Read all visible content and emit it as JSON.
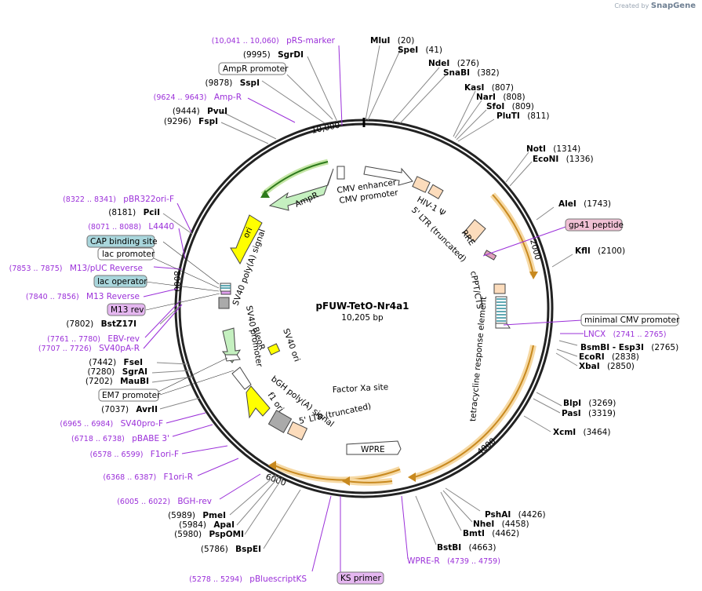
{
  "branding": {
    "created_by": "Created by",
    "product": "SnapGene"
  },
  "map": {
    "name": "pFUW-TetO-Nr4a1",
    "length_label": "10,205 bp",
    "total_bp": 10205,
    "backbone_color": "#222222",
    "orf_color": "#e8a23a",
    "tick_labels": [
      "2000",
      "4000",
      "6000",
      "8000",
      "10,000"
    ]
  },
  "sites": [
    {
      "name": "MluI",
      "pos": "(20)",
      "side": "R"
    },
    {
      "name": "SpeI",
      "pos": "(41)",
      "side": "R"
    },
    {
      "name": "NdeI",
      "pos": "(276)",
      "side": "R"
    },
    {
      "name": "SnaBI",
      "pos": "(382)",
      "side": "R"
    },
    {
      "name": "KasI",
      "pos": "(807)",
      "side": "R"
    },
    {
      "name": "NarI",
      "pos": "(808)",
      "side": "R"
    },
    {
      "name": "SfoI",
      "pos": "(809)",
      "side": "R"
    },
    {
      "name": "PluTI",
      "pos": "(811)",
      "side": "R"
    },
    {
      "name": "NotI",
      "pos": "(1314)",
      "side": "R"
    },
    {
      "name": "EcoNI",
      "pos": "(1336)",
      "side": "R"
    },
    {
      "name": "AleI",
      "pos": "(1743)",
      "side": "R"
    },
    {
      "name": "KflI",
      "pos": "(2100)",
      "side": "R"
    },
    {
      "name": "BsmBI - Esp3I",
      "pos": "(2765)",
      "side": "R"
    },
    {
      "name": "EcoRI",
      "pos": "(2838)",
      "side": "R"
    },
    {
      "name": "XbaI",
      "pos": "(2850)",
      "side": "R"
    },
    {
      "name": "BlpI",
      "pos": "(3269)",
      "side": "R"
    },
    {
      "name": "PasI",
      "pos": "(3319)",
      "side": "R"
    },
    {
      "name": "XcmI",
      "pos": "(3464)",
      "side": "R"
    },
    {
      "name": "PshAI",
      "pos": "(4426)",
      "side": "R"
    },
    {
      "name": "NheI",
      "pos": "(4458)",
      "side": "R"
    },
    {
      "name": "BmtI",
      "pos": "(4462)",
      "side": "R"
    },
    {
      "name": "BstBI",
      "pos": "(4663)",
      "side": "R"
    },
    {
      "name": "SgrDI",
      "pos": "(9995)",
      "side": "L"
    },
    {
      "name": "SspI",
      "pos": "(9878)",
      "side": "L"
    },
    {
      "name": "PvuI",
      "pos": "(9444)",
      "side": "L"
    },
    {
      "name": "FspI",
      "pos": "(9296)",
      "side": "L"
    },
    {
      "name": "PciI",
      "pos": "(8181)",
      "side": "L"
    },
    {
      "name": "BstZ17I",
      "pos": "(7802)",
      "side": "L"
    },
    {
      "name": "FseI",
      "pos": "(7442)",
      "side": "L"
    },
    {
      "name": "SgrAI",
      "pos": "(7280)",
      "side": "L"
    },
    {
      "name": "MauBI",
      "pos": "(7202)",
      "side": "L"
    },
    {
      "name": "AvrII",
      "pos": "(7037)",
      "side": "L"
    },
    {
      "name": "PmeI",
      "pos": "(5989)",
      "side": "L"
    },
    {
      "name": "ApaI",
      "pos": "(5984)",
      "side": "L"
    },
    {
      "name": "PspOMI",
      "pos": "(5980)",
      "side": "L"
    },
    {
      "name": "BspEI",
      "pos": "(5786)",
      "side": "L"
    }
  ],
  "features": [
    {
      "name": "pRS-marker",
      "pos": "(10,041 .. 10,060)"
    },
    {
      "name": "Amp-R",
      "pos": "(9624 .. 9643)"
    },
    {
      "name": "pBR322ori-F",
      "pos": "(8322 .. 8341)"
    },
    {
      "name": "L4440",
      "pos": "(8071 .. 8088)"
    },
    {
      "name": "M13/pUC Reverse",
      "pos": "(7853 .. 7875)"
    },
    {
      "name": "M13 Reverse",
      "pos": "(7840 .. 7856)"
    },
    {
      "name": "EBV-rev",
      "pos": "(7761 .. 7780)"
    },
    {
      "name": "SV40pA-R",
      "pos": "(7707 .. 7726)"
    },
    {
      "name": "SV40pro-F",
      "pos": "(6965 .. 6984)"
    },
    {
      "name": "pBABE 3'",
      "pos": "(6718 .. 6738)"
    },
    {
      "name": "F1ori-F",
      "pos": "(6578 .. 6599)"
    },
    {
      "name": "F1ori-R",
      "pos": "(6368 .. 6387)"
    },
    {
      "name": "BGH-rev",
      "pos": "(6005 .. 6022)"
    },
    {
      "name": "pBluescriptKS",
      "pos": "(5278 .. 5294)"
    },
    {
      "name": "WPRE-R",
      "pos": "(4739 .. 4759)"
    },
    {
      "name": "LNCX",
      "pos": "(2741 .. 2765)"
    }
  ],
  "boxed_labels": [
    {
      "name": "AmpR promoter",
      "style": "white"
    },
    {
      "name": "CAP binding site",
      "style": "teal"
    },
    {
      "name": "lac promoter",
      "style": "white"
    },
    {
      "name": "lac operator",
      "style": "teal"
    },
    {
      "name": "M13 rev",
      "style": "purple"
    },
    {
      "name": "EM7 promoter",
      "style": "white"
    },
    {
      "name": "gp41 peptide",
      "style": "pink"
    },
    {
      "name": "minimal CMV promoter",
      "style": "white"
    },
    {
      "name": "KS primer",
      "style": "purple"
    },
    {
      "name": "WPRE",
      "style": "white"
    }
  ],
  "inner_labels": {
    "cmv_enhancer": "CMV enhancer",
    "cmv_promoter": "CMV promoter",
    "hiv1_psi": "HIV-1 Ψ",
    "ltr5": "5' LTR (truncated)",
    "rre": "RRE",
    "cppt": "cPPT/CTS",
    "tre": "tetracycline response element",
    "factor_xa": "Factor Xa site",
    "ltr5b": "5' LTR (truncated)",
    "f1ori": "f1 ori",
    "bgh": "bGH poly(A) signal",
    "bleor": "BleoR",
    "sv40prom": "SV40 promoter",
    "sv40ori": "SV40 ori",
    "sv40pa": "SV40 poly(A) signal",
    "ori": "ori",
    "ampr": "AmpR"
  }
}
